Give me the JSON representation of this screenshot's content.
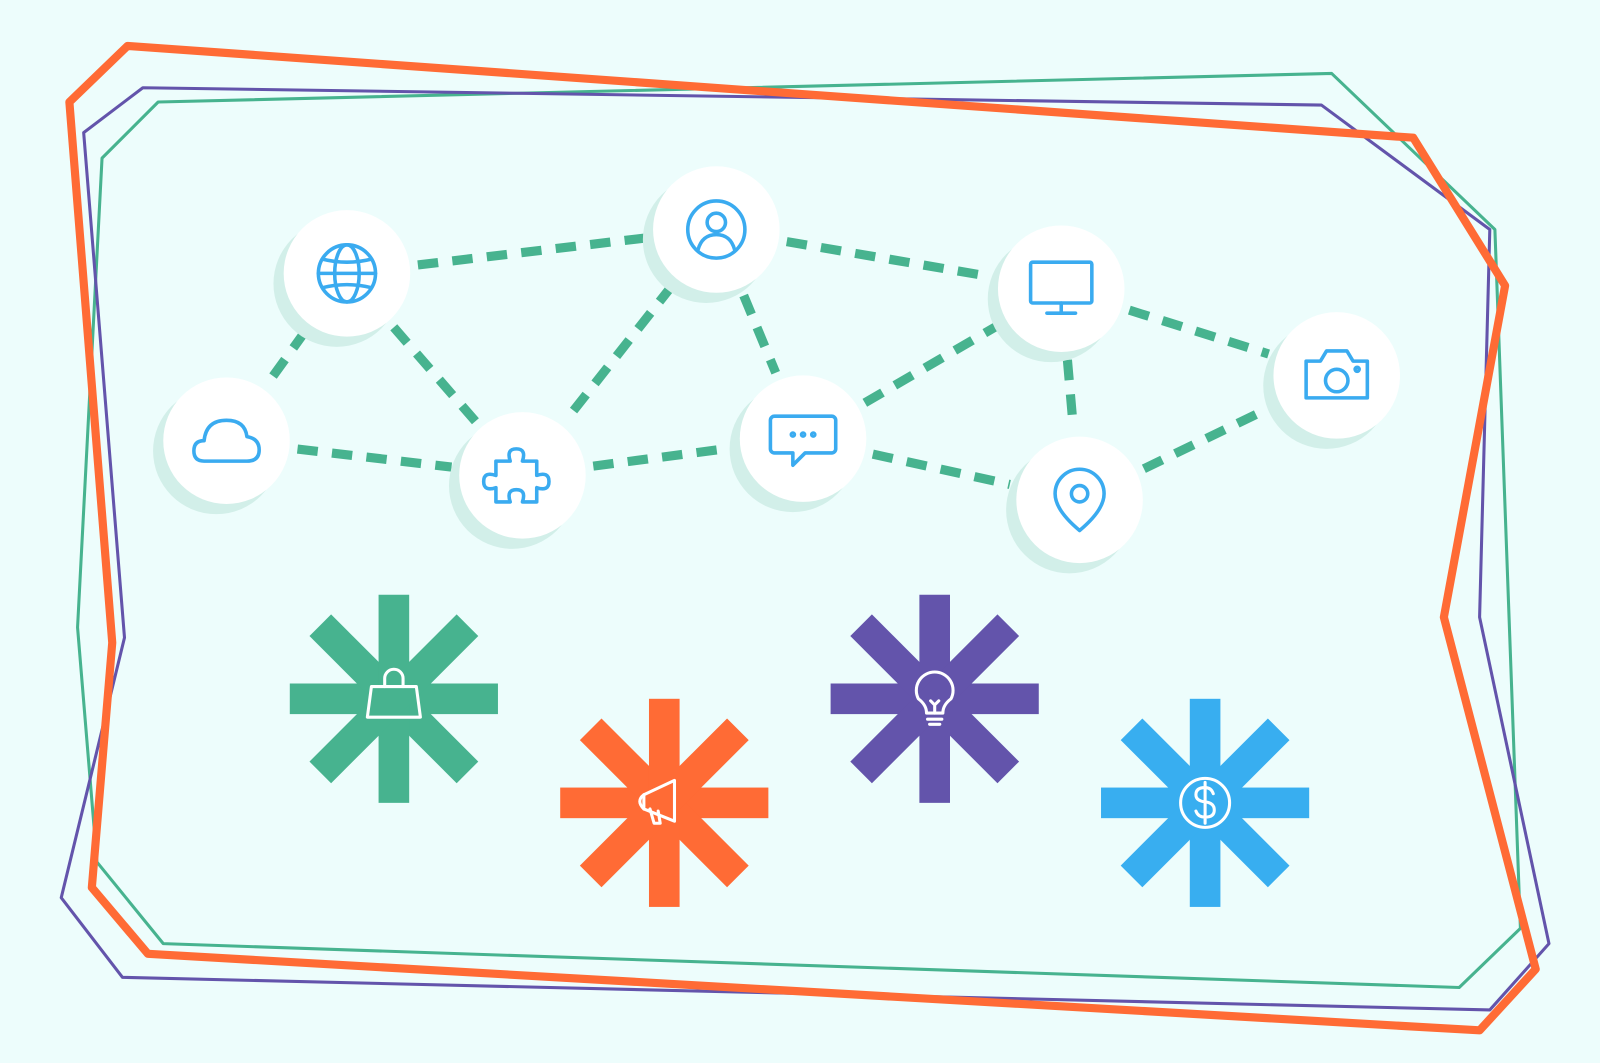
{
  "colors": {
    "background": "#edfdfc",
    "icon_stroke": "#3aabf0",
    "dash_line": "#47b38f",
    "node_fill": "#ffffff",
    "node_shadow": "#d2efe9",
    "frame_orange": "#ff6b35",
    "frame_purple": "#6354ab",
    "frame_green": "#47b38f"
  },
  "network": {
    "nodes": [
      {
        "id": "globe",
        "icon": "globe-icon"
      },
      {
        "id": "user",
        "icon": "user-icon"
      },
      {
        "id": "monitor",
        "icon": "monitor-icon"
      },
      {
        "id": "camera",
        "icon": "camera-icon"
      },
      {
        "id": "cloud",
        "icon": "cloud-icon"
      },
      {
        "id": "puzzle",
        "icon": "puzzle-icon"
      },
      {
        "id": "chat",
        "icon": "chat-icon"
      },
      {
        "id": "pin",
        "icon": "location-pin-icon"
      }
    ],
    "edges": [
      [
        "globe",
        "user"
      ],
      [
        "user",
        "monitor"
      ],
      [
        "monitor",
        "camera"
      ],
      [
        "globe",
        "cloud"
      ],
      [
        "globe",
        "puzzle"
      ],
      [
        "user",
        "puzzle"
      ],
      [
        "user",
        "chat"
      ],
      [
        "cloud",
        "puzzle"
      ],
      [
        "puzzle",
        "chat"
      ],
      [
        "chat",
        "monitor"
      ],
      [
        "chat",
        "pin"
      ],
      [
        "monitor",
        "pin"
      ],
      [
        "pin",
        "camera"
      ]
    ]
  },
  "asterisks": [
    {
      "icon": "shopping-bag-icon",
      "color": "#47b38f"
    },
    {
      "icon": "megaphone-icon",
      "color": "#ff6b35"
    },
    {
      "icon": "lightbulb-icon",
      "color": "#6354ab"
    },
    {
      "icon": "dollar-coin-icon",
      "color": "#38aef0"
    }
  ]
}
